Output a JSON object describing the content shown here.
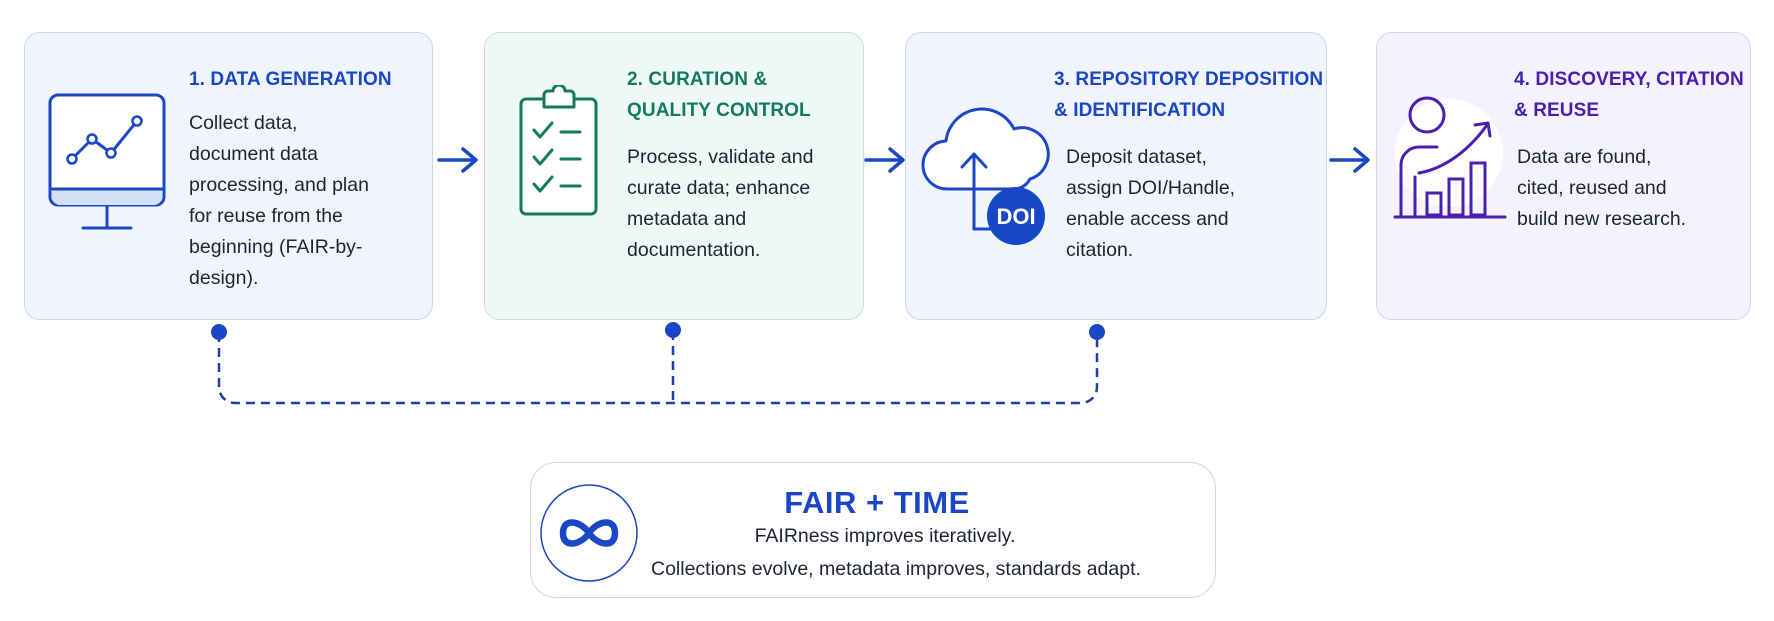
{
  "stages": [
    {
      "title_lines": [
        "1. DATA GENERATION"
      ],
      "body_lines": [
        "Collect data,",
        "document data",
        "processing, and plan",
        "for reuse from the",
        "beginning (FAIR-by-",
        "design)."
      ],
      "icon": "monitor-line-chart-icon",
      "title_color": "#1a47c8"
    },
    {
      "title_lines": [
        "2. CURATION &",
        "QUALITY CONTROL"
      ],
      "body_lines": [
        "Process, validate and",
        "curate data; enhance",
        "metadata and",
        "documentation."
      ],
      "icon": "clipboard-checklist-icon",
      "title_color": "#147a5c"
    },
    {
      "title_lines": [
        "3. REPOSITORY DEPOSITION",
        "& IDENTIFICATION"
      ],
      "body_lines": [
        "Deposit dataset,",
        "assign DOI/Handle,",
        "enable access and",
        "citation."
      ],
      "icon": "cloud-upload-doi-icon",
      "icon_badge": "DOI",
      "title_color": "#1a47c8"
    },
    {
      "title_lines": [
        "4. DISCOVERY, CITATION",
        "& REUSE"
      ],
      "body_lines": [
        "Data are found,",
        "cited, reused and",
        "build new research."
      ],
      "icon": "person-growth-chart-icon",
      "title_color": "#4a1fb0"
    }
  ],
  "fair_time": {
    "title": "FAIR + TIME",
    "line1": "FAIRness improves iteratively.",
    "line2": "Collections evolve, metadata improves, standards adapt.",
    "icon": "infinity-icon"
  },
  "colors": {
    "blue": "#1a47c8",
    "green": "#147a5c",
    "purple": "#4a1fb0",
    "connector": "#1e3f9e"
  }
}
